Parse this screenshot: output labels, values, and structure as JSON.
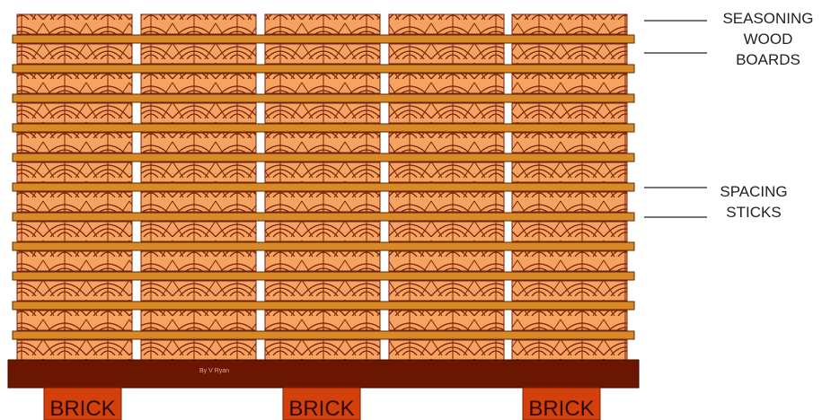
{
  "labels": {
    "boards": [
      "SEASONING",
      "WOOD",
      "BOARDS"
    ],
    "sticks": [
      "SPACING",
      "STICKS"
    ],
    "brick": "BRICK",
    "credit": "By V Ryan"
  },
  "stack": {
    "board_columns": 5,
    "board_layers": 12,
    "spacing_stick_rows": 11,
    "brick_count": 3
  },
  "colors": {
    "board_fill": "#f4a460",
    "board_grain": "#7a1f08",
    "stick_fill": "#d98a26",
    "stick_edge": "#5a2a00",
    "base_fill": "#6b1600",
    "brick_fill": "#d4400c",
    "leader_line": "#222222"
  }
}
